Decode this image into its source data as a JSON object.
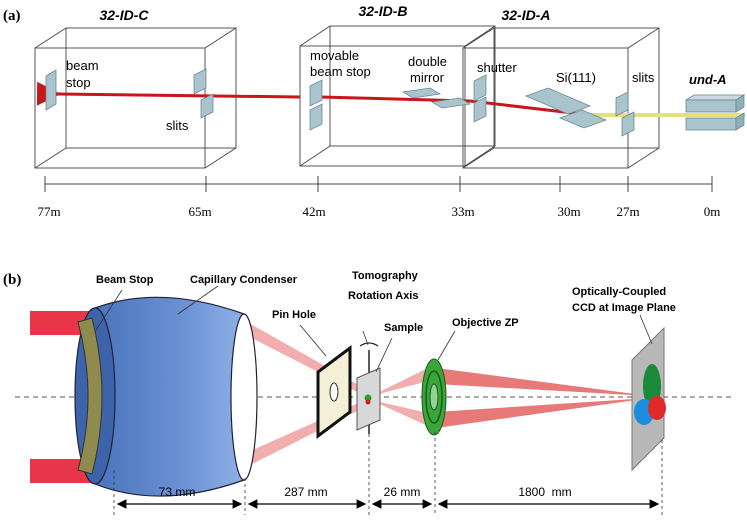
{
  "panel_a": {
    "label": "(a)",
    "hutches": [
      "32-ID-C",
      "32-ID-B",
      "32-ID-A"
    ],
    "source_label": "und-A",
    "components": {
      "beam_stop_line1": "beam",
      "beam_stop_line2": "stop",
      "slits_c": "slits",
      "movable_beam_stop_line1": "movable",
      "movable_beam_stop_line2": "beam stop",
      "double_mirror_line1": "double",
      "double_mirror_line2": "mirror",
      "shutter": "shutter",
      "monochromator": "Si(111)",
      "slits_a": "slits"
    },
    "distances": [
      "77m",
      "65m",
      "42m",
      "33m",
      "30m",
      "27m",
      "0m"
    ]
  },
  "panel_b": {
    "label": "(b)",
    "labels": {
      "beam_stop": "Beam Stop",
      "capillary_condenser": "Capillary Condenser",
      "pin_hole": "Pin Hole",
      "tomography_line1": "Tomography",
      "tomography_line2": "Rotation Axis",
      "sample": "Sample",
      "objective_zp": "Objective ZP",
      "ccd_line1": "Optically-Coupled",
      "ccd_line2": "CCD at Image Plane"
    },
    "distances": [
      "73 mm",
      "287 mm",
      "26 mm",
      "1800  mm"
    ]
  },
  "colors": {
    "beam_red": "#c8161d",
    "beam_yellow": "#e4e07a",
    "component_blue": "#a9c4cc",
    "condenser_blue": "#5b84c9",
    "beam_pink": "#f0a0a0",
    "zone_plate_green": "#3aa63a"
  }
}
